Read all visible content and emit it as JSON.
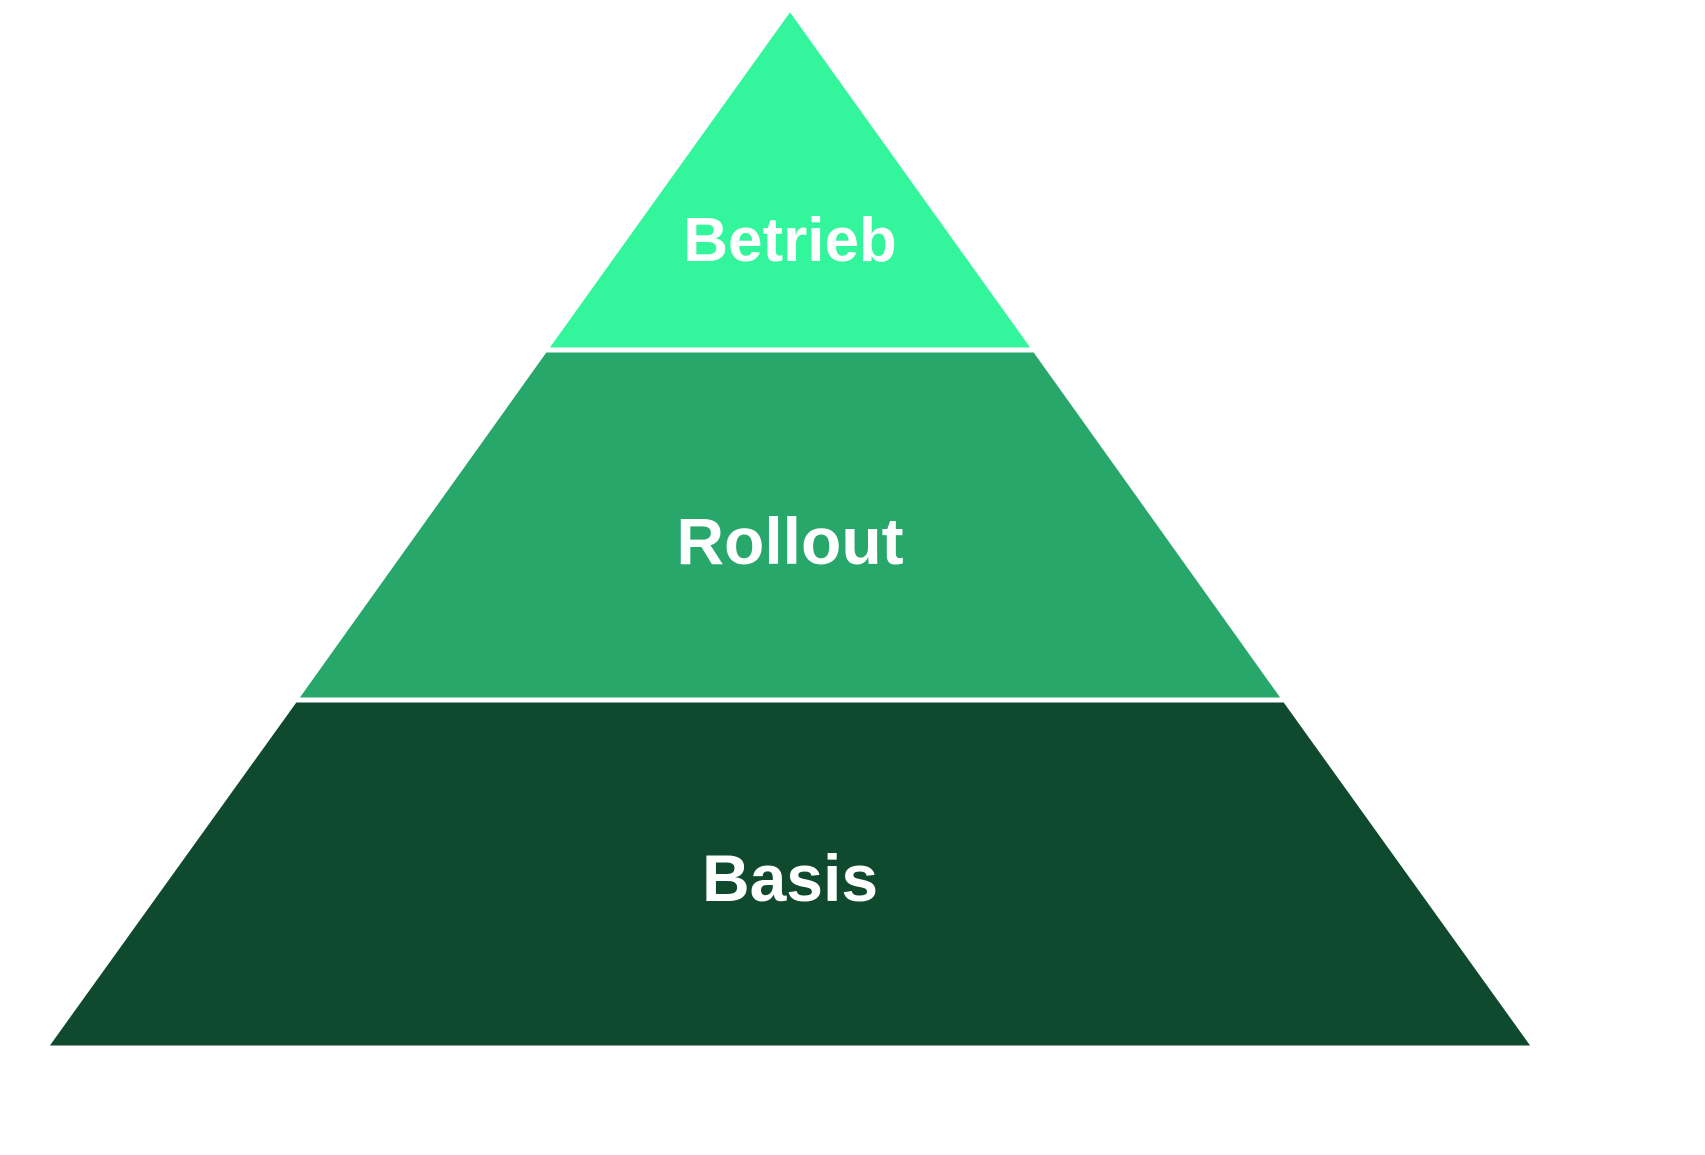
{
  "pyramid": {
    "levels": [
      {
        "label": "Betrieb",
        "color": "#33F59B"
      },
      {
        "label": "Rollout",
        "color": "#28A76B"
      },
      {
        "label": "Basis",
        "color": "#0F4A2F"
      }
    ],
    "separator_color": "#FFFFFF",
    "background": "#FFFFFF",
    "text_color": "#FFFFFF"
  }
}
